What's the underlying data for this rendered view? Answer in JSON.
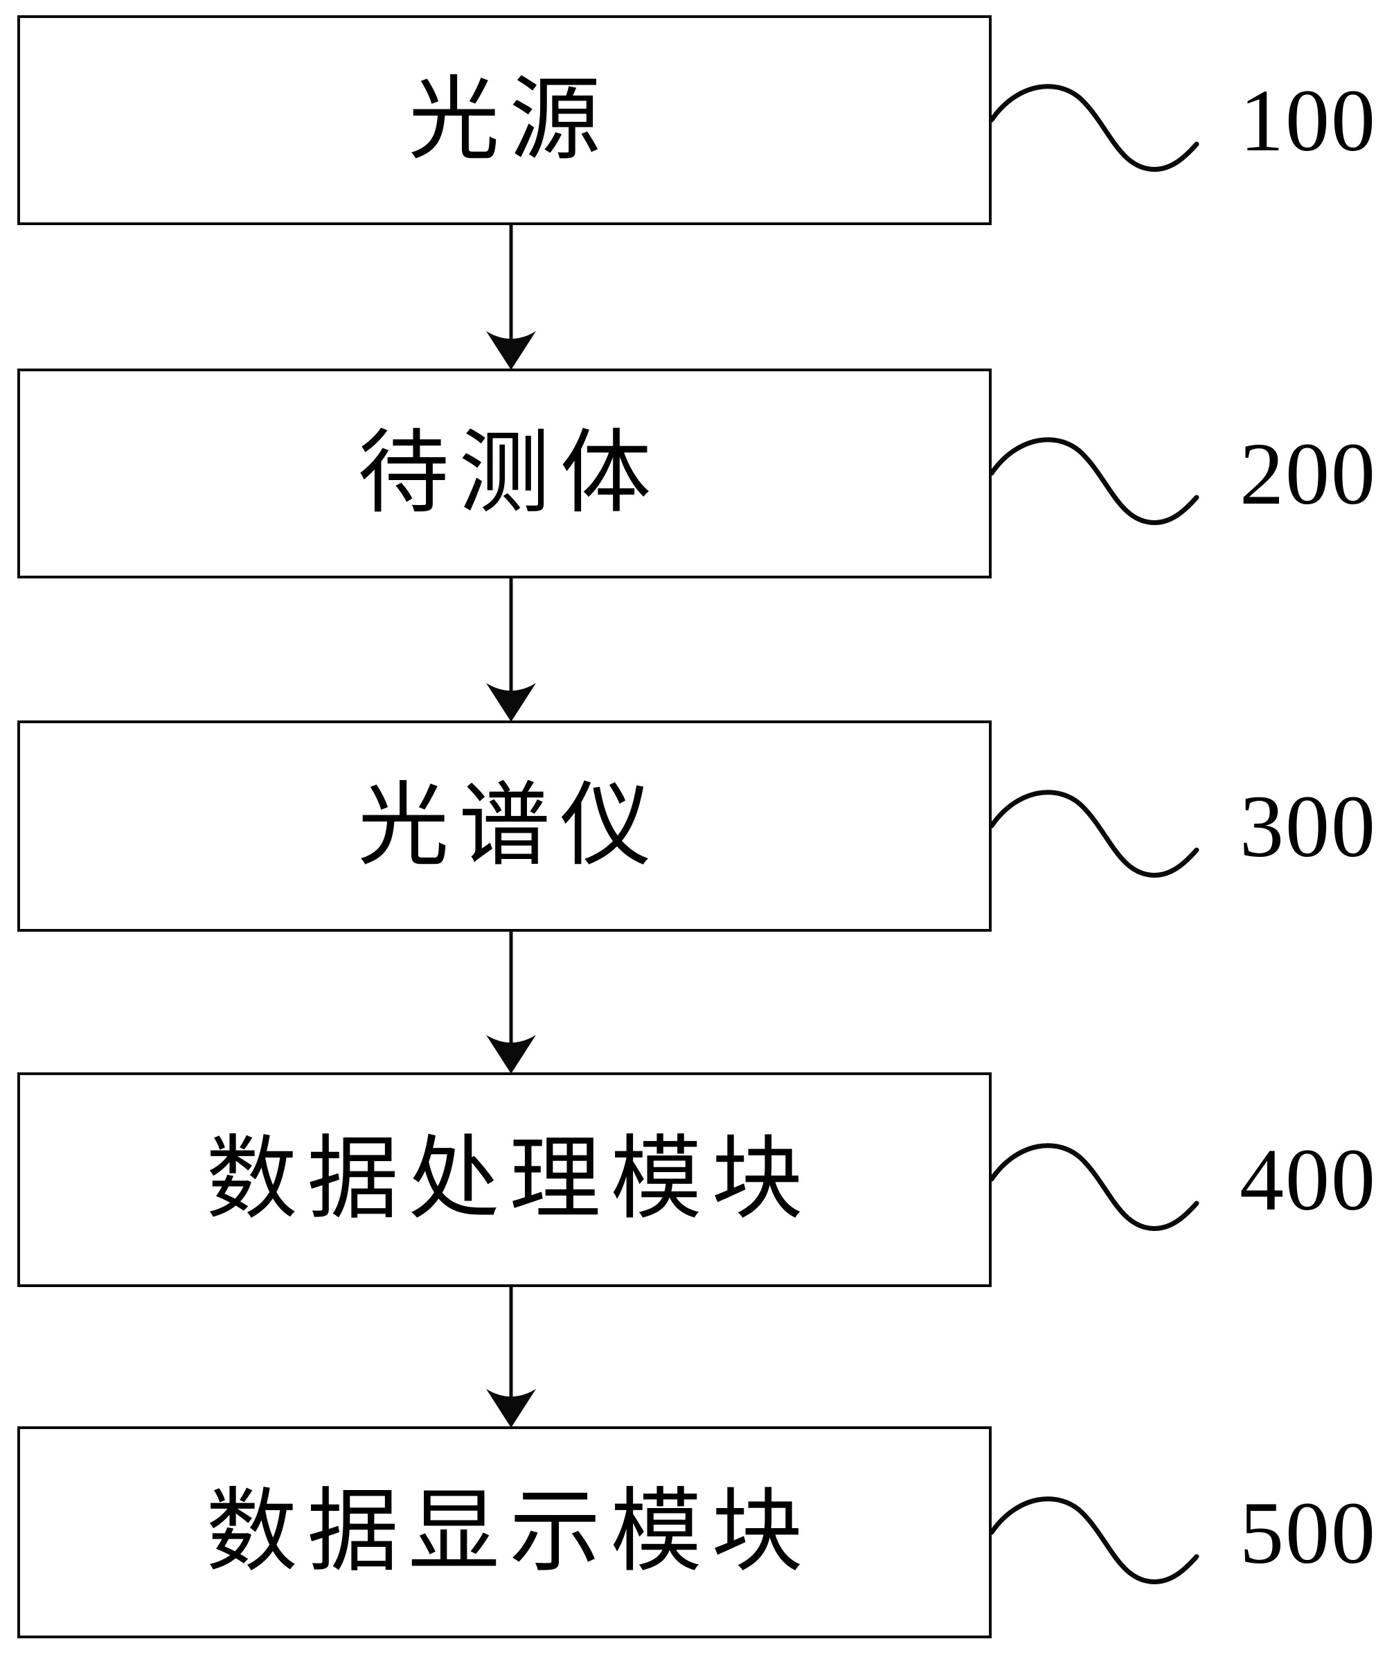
{
  "figure": {
    "type": "flowchart",
    "orientation": "vertical",
    "stroke_color": "#0a0a0a",
    "background_color": "#ffffff",
    "boxes": [
      {
        "label": "光源",
        "ref": "100"
      },
      {
        "label": "待测体",
        "ref": "200"
      },
      {
        "label": "光谱仪",
        "ref": "300"
      },
      {
        "label": "数据处理模块",
        "ref": "400"
      },
      {
        "label": "数据显示模块",
        "ref": "500"
      }
    ],
    "connectors": [
      {
        "from": "光源",
        "to": "待测体",
        "style": "arrow-down"
      },
      {
        "from": "待测体",
        "to": "光谱仪",
        "style": "arrow-down"
      },
      {
        "from": "光谱仪",
        "to": "数据处理模块",
        "style": "arrow-down"
      },
      {
        "from": "数据处理模块",
        "to": "数据显示模块",
        "style": "arrow-down"
      }
    ],
    "leader_lines": [
      {
        "ref": "100",
        "style": "squiggle"
      },
      {
        "ref": "200",
        "style": "squiggle"
      },
      {
        "ref": "300",
        "style": "squiggle"
      },
      {
        "ref": "400",
        "style": "squiggle"
      },
      {
        "ref": "500",
        "style": "squiggle"
      }
    ]
  }
}
